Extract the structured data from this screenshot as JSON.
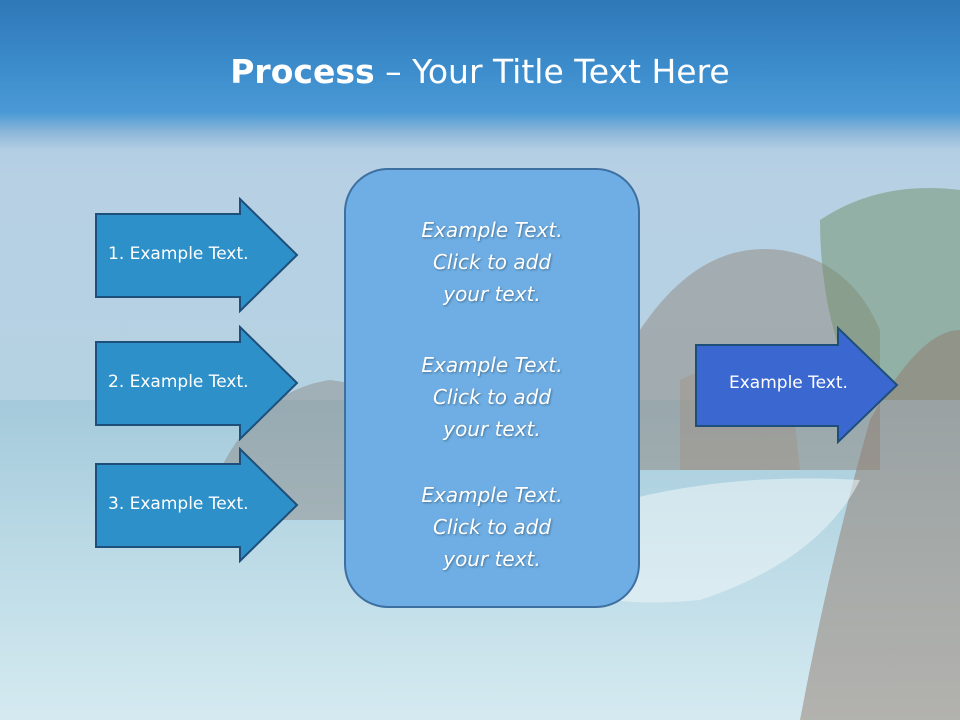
{
  "title": {
    "bold": "Process",
    "rest": " – Your Title Text Here"
  },
  "left_arrows": [
    {
      "label": "1. Example Text."
    },
    {
      "label": "2. Example Text."
    },
    {
      "label": "3. Example Text."
    }
  ],
  "center_box": {
    "blocks": [
      {
        "lines": [
          "Example Text.",
          "Click  to add",
          "your text."
        ]
      },
      {
        "lines": [
          "Example Text.",
          "Click  to add",
          "your text."
        ]
      },
      {
        "lines": [
          "Example Text.",
          "Click  to add",
          "your text."
        ]
      }
    ]
  },
  "right_arrow": {
    "label": "Example Text."
  },
  "colors": {
    "left_arrow_fill": "#2e90c8",
    "right_arrow_fill": "#3a68d0",
    "box_fill": "#6eaee4",
    "outline": "#1e4e7a"
  }
}
